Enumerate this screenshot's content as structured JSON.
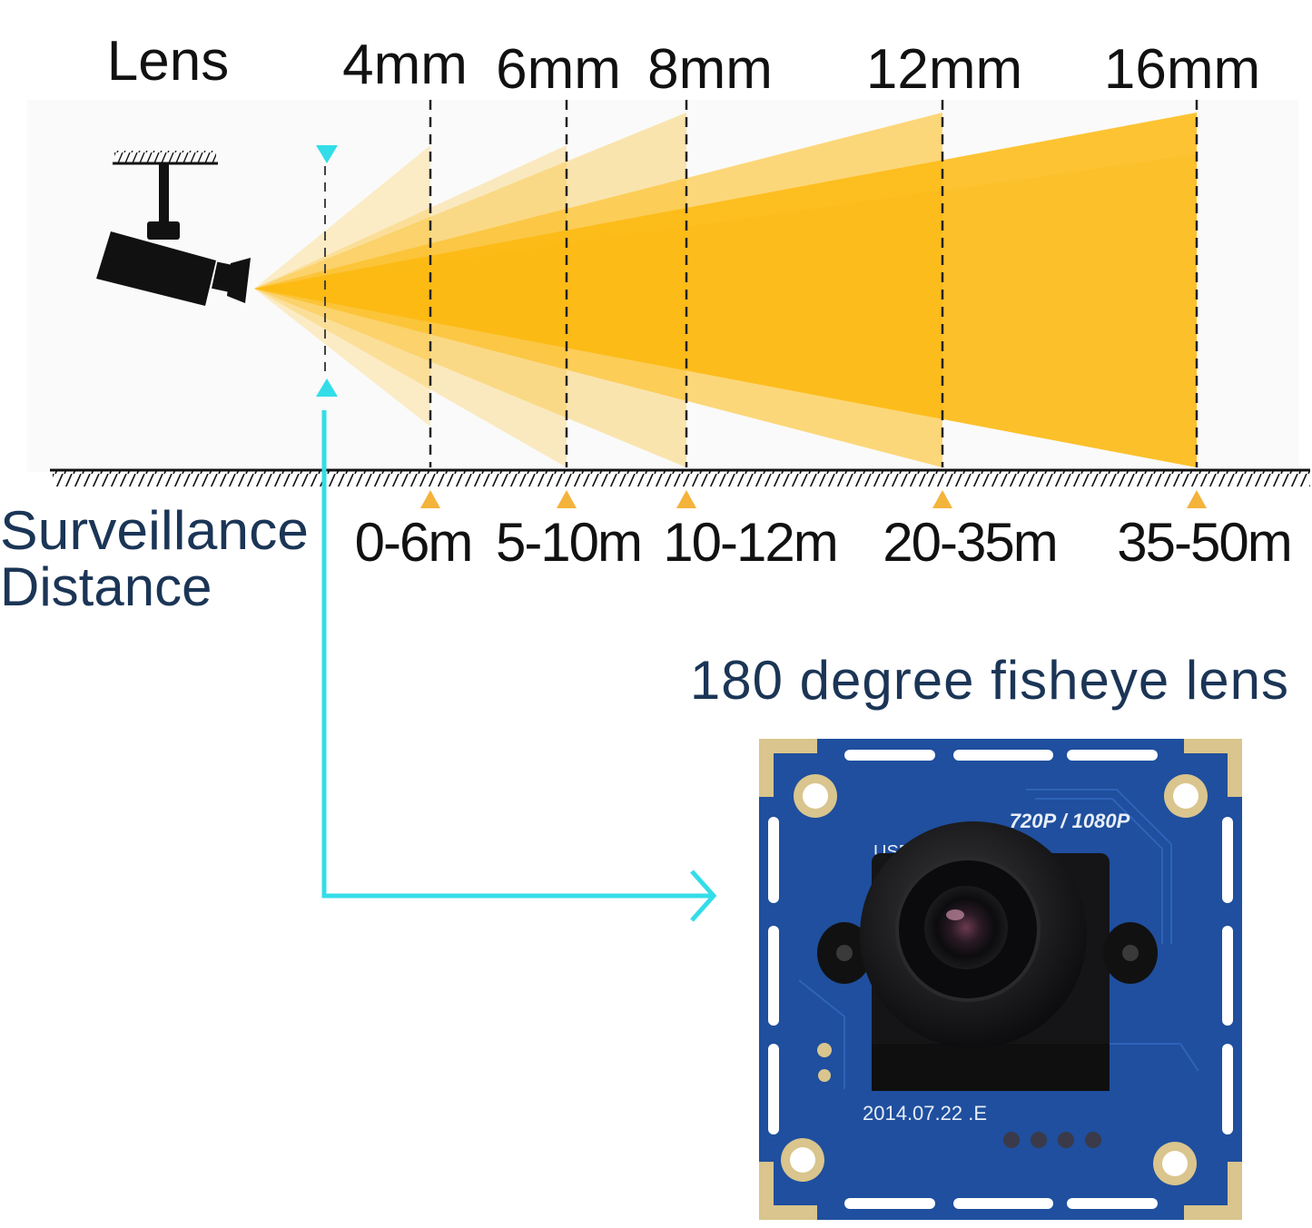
{
  "lens_heading": "Lens",
  "lenses": [
    {
      "focal": "4mm",
      "distance": "0-6m"
    },
    {
      "focal": "6mm",
      "distance": "5-10m"
    },
    {
      "focal": "8mm",
      "distance": "10-12m"
    },
    {
      "focal": "12mm",
      "distance": "20-35m"
    },
    {
      "focal": "16mm",
      "distance": "35-50m"
    }
  ],
  "distance_label": {
    "line1": "Surveillance",
    "line2": "Distance"
  },
  "fisheye_title": "180 degree fisheye lens",
  "board": {
    "resolution_label": "720P / 1080P",
    "date_label": "2014.07.22 .E",
    "usb_label": "USB"
  },
  "colors": {
    "beam": "#fdb90f",
    "arrow": "#33dde8",
    "board": "#1f4f9e",
    "title_text": "#1b3556",
    "ground": "#111111"
  },
  "icons": [
    "camera-icon",
    "ceiling-mount-icon",
    "marker-triangle-icon",
    "fisheye-lens-icon"
  ]
}
